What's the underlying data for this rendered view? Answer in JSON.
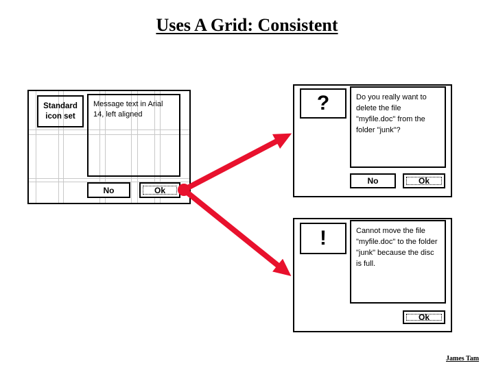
{
  "slide": {
    "title": "Uses A Grid: Consistent",
    "author": "James Tam"
  },
  "template_dialog": {
    "icon_label": "Standard icon set",
    "message": "Message text in Arial 14, left aligned",
    "buttons": {
      "no": "No",
      "ok": "Ok"
    }
  },
  "confirm_dialog": {
    "icon_glyph": "?",
    "message": "Do you really want to delete the file \"myfile.doc\" from the folder \"junk\"?",
    "buttons": {
      "no": "No",
      "ok": "Ok"
    }
  },
  "error_dialog": {
    "icon_glyph": "!",
    "message": "Cannot move the file \"myfile.doc\" to the folder \"junk\" because the disc is full.",
    "buttons": {
      "ok": "Ok"
    }
  },
  "colors": {
    "arrow_red": "#e8112d",
    "grid_line": "#c8c8c8",
    "border": "#000000"
  }
}
